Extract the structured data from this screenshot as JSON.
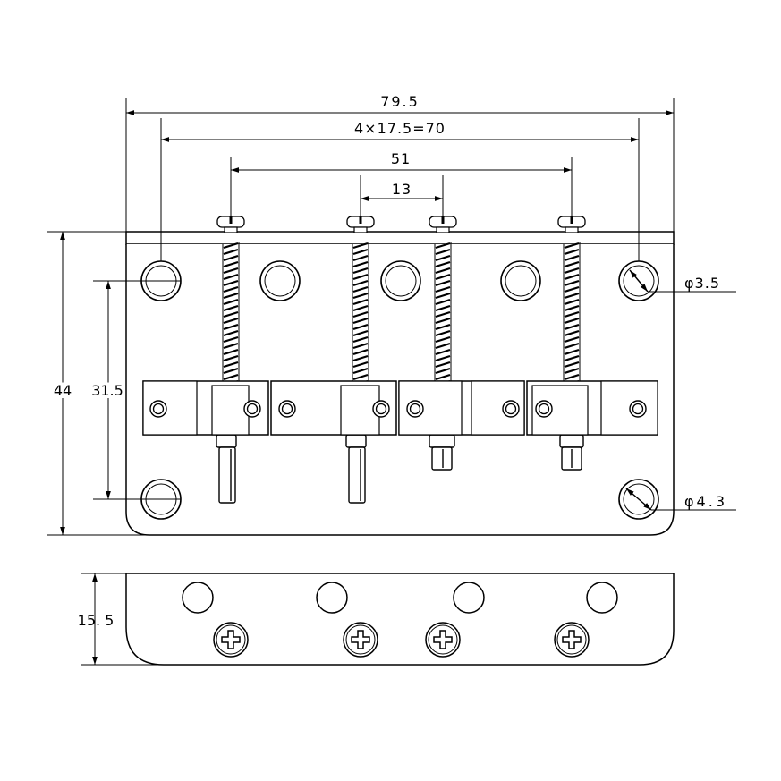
{
  "dimensions": {
    "overall_width": "79.5",
    "mount_spacing": "4×17.5=70",
    "outer_saddles": "51",
    "inner_saddles": "13",
    "height": "44",
    "mount_height": "31.5",
    "small_hole": "φ3.5",
    "large_hole": "φ4.3",
    "side_height": "15. 5"
  },
  "colors": {
    "line": "#000000",
    "background": "#ffffff"
  }
}
